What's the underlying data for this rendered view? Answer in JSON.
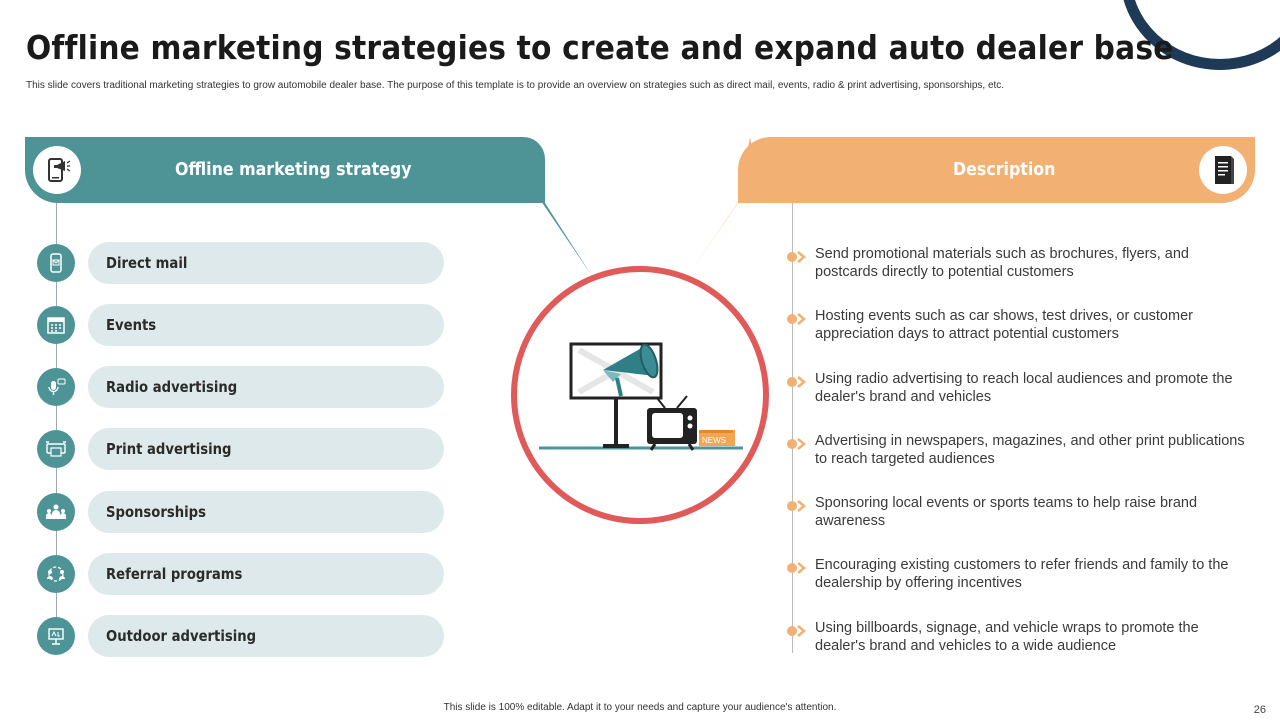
{
  "title": "Offline marketing strategies to create and expand auto dealer base",
  "subtitle": "This slide covers traditional marketing strategies to grow automobile dealer base. The  purpose of this template  is to provide an overview on strategies such as direct mail, events, radio & print advertising, sponsorships, etc.",
  "left_header": {
    "label": "Offline marketing strategy",
    "icon": "mobile-megaphone-icon"
  },
  "right_header": {
    "label": "Description",
    "icon": "document-icon"
  },
  "colors": {
    "teal": "#4e9497",
    "orange": "#f3b073",
    "circle_red": "#e05a5a",
    "pill_bg": "#dde9ea",
    "navy": "#1f3a56"
  },
  "strategies": [
    {
      "label": "Direct mail",
      "icon": "mail-phone-icon"
    },
    {
      "label": "Events",
      "icon": "calendar-icon"
    },
    {
      "label": "Radio advertising",
      "icon": "microphone-icon"
    },
    {
      "label": "Print advertising",
      "icon": "printer-icon"
    },
    {
      "label": "Sponsorships",
      "icon": "group-icon"
    },
    {
      "label": "Referral programs",
      "icon": "referral-icon"
    },
    {
      "label": "Outdoor advertising",
      "icon": "billboard-icon"
    }
  ],
  "descriptions": [
    "Send promotional materials such as brochures, flyers, and postcards directly to potential  customers",
    "Hosting events such as car shows, test drives, or customer appreciation days to attract potential customers",
    "Using radio advertising to reach local audiences and promote the dealer's brand and vehicles",
    "Advertising in newspapers, magazines, and other print publications to reach targeted audiences",
    "Sponsoring local events or sports teams to help raise brand awareness",
    "Encouraging existing customers to refer friends and family to the dealership by offering incentives",
    "Using billboards, signage, and vehicle wraps to promote the dealer's brand and vehicles to a wide audience"
  ],
  "center_illustration": {
    "news_label": "NEWS",
    "icon": "billboard-megaphone-tv-icon"
  },
  "footer": "This slide is 100% editable.  Adapt it to your needs and capture your audience's attention.",
  "page_number": "26"
}
